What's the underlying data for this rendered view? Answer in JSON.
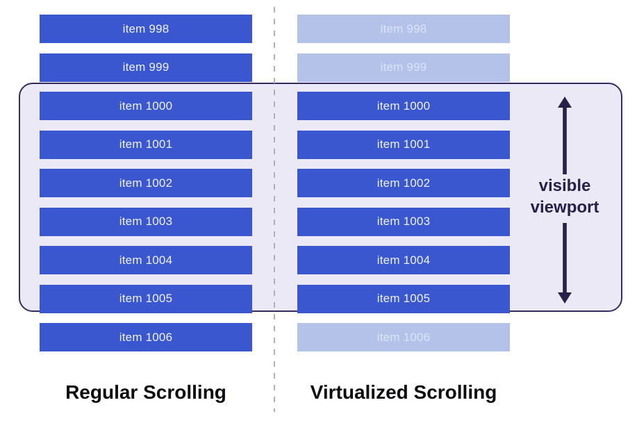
{
  "columns": [
    {
      "label": "Regular Scrolling",
      "items": [
        {
          "label": "item 998",
          "rendered": true
        },
        {
          "label": "item 999",
          "rendered": true
        },
        {
          "label": "item 1000",
          "rendered": true
        },
        {
          "label": "item 1001",
          "rendered": true
        },
        {
          "label": "item 1002",
          "rendered": true
        },
        {
          "label": "item 1003",
          "rendered": true
        },
        {
          "label": "item 1004",
          "rendered": true
        },
        {
          "label": "item 1005",
          "rendered": true
        },
        {
          "label": "item 1006",
          "rendered": true
        }
      ]
    },
    {
      "label": "Virtualized Scrolling",
      "items": [
        {
          "label": "item 998",
          "rendered": false
        },
        {
          "label": "item 999",
          "rendered": false
        },
        {
          "label": "item 1000",
          "rendered": true
        },
        {
          "label": "item 1001",
          "rendered": true
        },
        {
          "label": "item 1002",
          "rendered": true
        },
        {
          "label": "item 1003",
          "rendered": true
        },
        {
          "label": "item 1004",
          "rendered": true
        },
        {
          "label": "item 1005",
          "rendered": true
        },
        {
          "label": "item 1006",
          "rendered": false
        }
      ]
    }
  ],
  "viewport": {
    "label": "visible viewport"
  },
  "colors": {
    "item_active_bg": "#3a57cf",
    "item_faded_bg": "#b4c2e9",
    "item_active_text": "#eef2fc",
    "item_faded_text": "#dbe3f7",
    "viewport_fill": "#ece9f7",
    "viewport_border": "#382a63",
    "arrow": "#272049",
    "divider": "#b0b0b8",
    "caption_text": "#0b0b0f"
  }
}
